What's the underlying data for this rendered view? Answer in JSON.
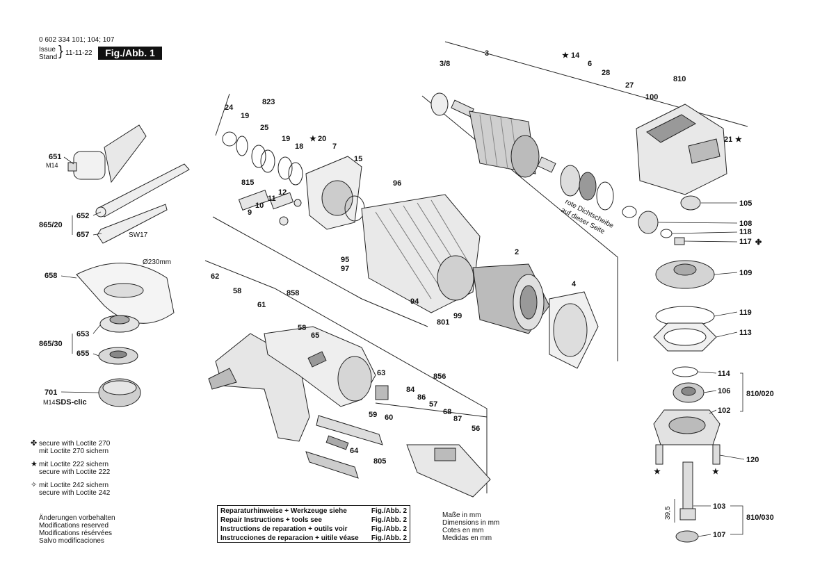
{
  "header": {
    "model": "0 602 334 101; 104; 107",
    "issue": "Issue",
    "stand": "Stand",
    "date": "11-11-22",
    "fig": "Fig./Abb. 1"
  },
  "labels": {
    "l651": "651",
    "m14a": "M14",
    "l652": "652",
    "l865_20": "865/20",
    "l657": "657",
    "sw17": "SW17",
    "dia230": "Ø230mm",
    "l658": "658",
    "l653": "653",
    "l865_30": "865/30",
    "l655": "655",
    "l701": "701",
    "m14b": "M14",
    "sds": "SDS-clic",
    "l824": "24",
    "l819": "19",
    "l823": "823",
    "l825": "25",
    "l819b": "19",
    "l818": "18",
    "l20": "20",
    "l7": "7",
    "l15": "15",
    "l815": "815",
    "l812": "12",
    "l811": "11",
    "l810": "10",
    "l89": "9",
    "l3_8": "3/8",
    "l3": "3",
    "l14": "14",
    "l6": "6",
    "l28": "28",
    "l27": "27",
    "l100": "100",
    "l810top": "810",
    "l21": "21",
    "l96": "96",
    "l95": "95",
    "l97": "97",
    "l94": "94",
    "l801": "801",
    "l99": "99",
    "l2": "2",
    "l4": "4",
    "rote1": "rote Dichtscheibe",
    "rote2": "auf dieser Seite",
    "l105": "105",
    "l108": "108",
    "l118": "118",
    "l117": "117",
    "l109": "109",
    "l119": "119",
    "l113": "113",
    "l114": "114",
    "l106": "106",
    "l810_020": "810/020",
    "l102": "102",
    "l120": "120",
    "l39_5": "39,5",
    "l103": "103",
    "l810_030": "810/030",
    "l107": "107",
    "l62": "62",
    "l58": "58",
    "l61": "61",
    "l858": "858",
    "l58b": "58",
    "l65": "65",
    "l63": "63",
    "l856": "856",
    "l84": "84",
    "l86": "86",
    "l57": "57",
    "l68": "68",
    "l87": "87",
    "l56": "56",
    "l59": "59",
    "l60": "60",
    "l64": "64",
    "l805": "805"
  },
  "legend": [
    {
      "symbol": "✤",
      "name": "loctite-270",
      "line1": "secure with Loctite 270",
      "line2": "mit Loctite 270 sichern"
    },
    {
      "symbol": "★",
      "name": "loctite-222",
      "line1": "mit Loctite 222 sichern",
      "line2": "secure with Loctite 222"
    },
    {
      "symbol": "✧",
      "name": "loctite-242",
      "line1": "mit Loctite 242 sichern",
      "line2": "secure with Loctite 242"
    }
  ],
  "notes": [
    "Änderungen vorbehalten",
    "Modifications reserved",
    "Modifications résérvées",
    "Salvo modificaciones"
  ],
  "repair": [
    {
      "text": "Reparaturhinweise + Werkzeuge siehe",
      "ref": "Fig./Abb. 2"
    },
    {
      "text": "Repair Instructions + tools see",
      "ref": "Fig./Abb. 2"
    },
    {
      "text": "Instructions de reparation + outils voir",
      "ref": "Fig./Abb. 2"
    },
    {
      "text": "Instrucciones de reparacion + uitile véase",
      "ref": "Fig./Abb. 2"
    }
  ],
  "dims": [
    "Maße in mm",
    "Dimensions in mm",
    "Cotes en mm",
    "Medidas en mm"
  ]
}
